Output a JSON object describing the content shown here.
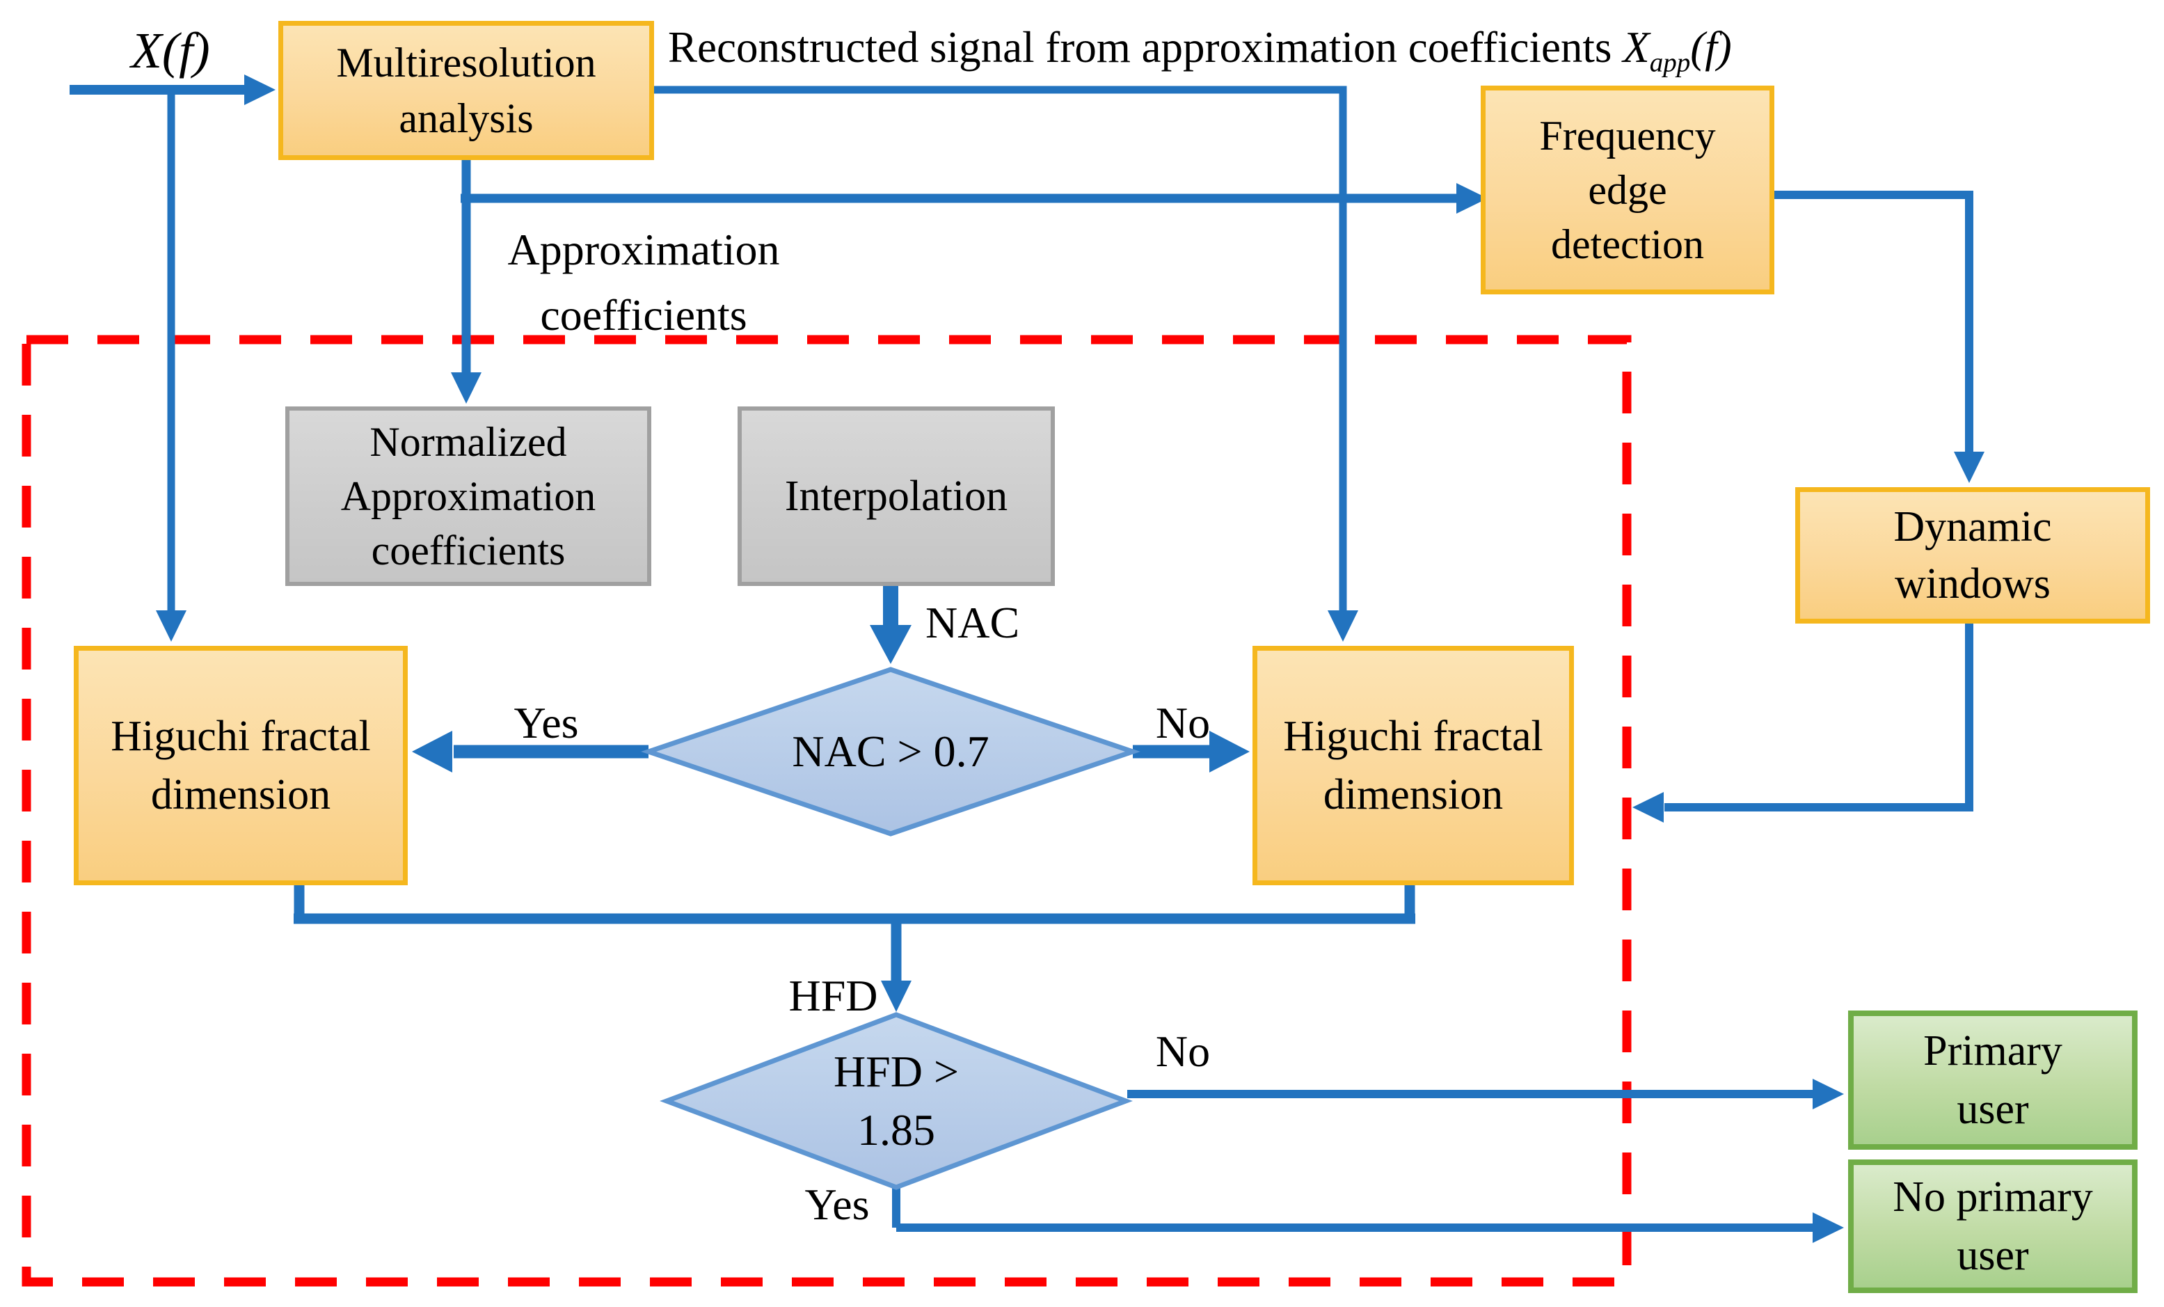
{
  "figure_type": "flowchart",
  "nodes": {
    "multiresolution": {
      "label": "Multiresolution\nanalysis",
      "type": "process"
    },
    "frequency_edge": {
      "label": "Frequency\nedge\ndetection",
      "type": "process"
    },
    "dynamic_windows": {
      "label": "Dynamic\nwindows",
      "type": "process"
    },
    "normalized_approx": {
      "label": "Normalized\nApproximation\ncoefficients",
      "type": "neutral"
    },
    "interpolation": {
      "label": "Interpolation",
      "type": "neutral"
    },
    "higuchi_left": {
      "label": "Higuchi fractal\ndimension",
      "type": "process"
    },
    "higuchi_right": {
      "label": "Higuchi fractal\ndimension",
      "type": "process"
    },
    "primary_user": {
      "label": "Primary\nuser",
      "type": "terminal"
    },
    "no_primary_user": {
      "label": "No primary\nuser",
      "type": "terminal"
    }
  },
  "decisions": {
    "nac": {
      "label": "NAC > 0.7"
    },
    "hfd": {
      "label": "HFD >\n1.85"
    }
  },
  "edge_labels": {
    "approx_coefficients": "Approximation\ncoefficients",
    "nac": "NAC",
    "hfd": "HFD",
    "nac_yes": "Yes",
    "nac_no": "No",
    "hfd_yes": "Yes",
    "hfd_no": "No"
  },
  "annotations": {
    "input_var": "X",
    "input_arg": "(f)",
    "caption_text": "Reconstructed signal from approximation coefficients ",
    "caption_var": "X",
    "caption_sub": "app",
    "caption_arg": "(f)"
  },
  "colors": {
    "process_border": "#F5B71E",
    "process_fill": "#FBD89B",
    "neutral_border": "#A0A0A0",
    "neutral_fill": "#CCCCCC",
    "decision_border": "#5E96D2",
    "decision_fill": "#B7CCE9",
    "terminal_border": "#70AD47",
    "terminal_fill": "#C0DBA4",
    "connector": "#2273BF",
    "dashed_region": "#FF0000",
    "text": "#000000"
  }
}
